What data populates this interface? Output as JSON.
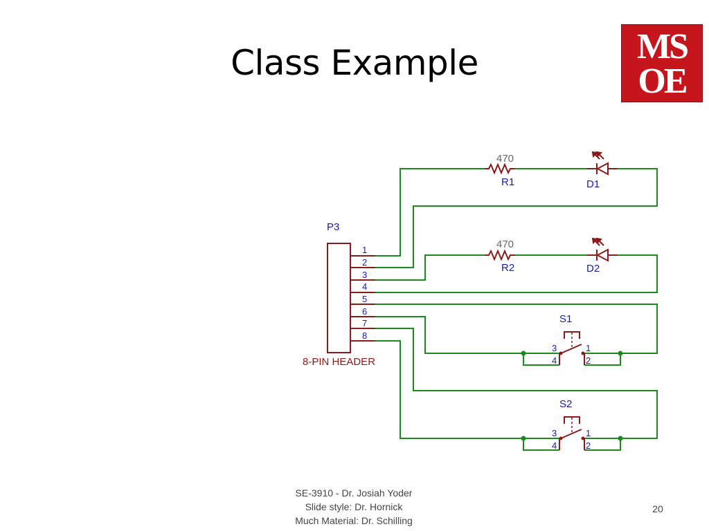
{
  "slide": {
    "title": "Class Example",
    "page_number": "20",
    "footer": [
      "SE-3910  - Dr. Josiah Yoder",
      "Slide style: Dr. Hornick",
      "Much Material: Dr. Schilling"
    ]
  },
  "logo": {
    "line1": "MS",
    "line2": "OE",
    "color": "#c4161c"
  },
  "schematic": {
    "wire_color": "#1a8a1a",
    "component_color": "#8b1a1a",
    "label_color": "#1a1aa8",
    "value_color": "#666666",
    "header": {
      "designator": "P3",
      "name": "8-PIN HEADER",
      "pins": [
        "1",
        "2",
        "3",
        "4",
        "5",
        "6",
        "7",
        "8"
      ]
    },
    "resistors": [
      {
        "designator": "R1",
        "value": "470"
      },
      {
        "designator": "R2",
        "value": "470"
      }
    ],
    "leds": [
      {
        "designator": "D1"
      },
      {
        "designator": "D2"
      }
    ],
    "switches": [
      {
        "designator": "S1",
        "pins": [
          "3",
          "1",
          "4",
          "2"
        ]
      },
      {
        "designator": "S2",
        "pins": [
          "3",
          "1",
          "4",
          "2"
        ]
      }
    ]
  }
}
